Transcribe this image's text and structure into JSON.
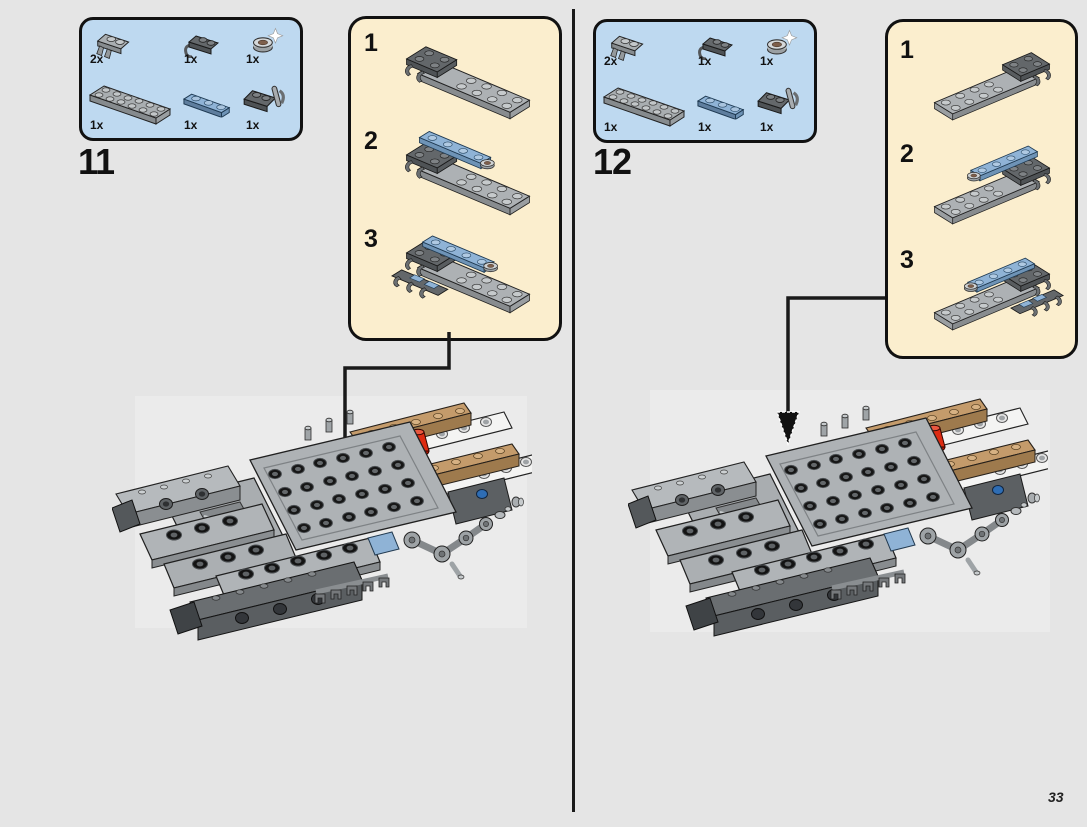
{
  "page": {
    "number": "33"
  },
  "colors": {
    "page_bg": "#E5E5E5",
    "parts_box_bg": "#BED9F0",
    "substeps_box_bg": "#FBEECE",
    "outline": "#111111",
    "brick_light_gray": "#AEB2B5",
    "brick_dark_gray": "#64686B",
    "brick_sand_blue": "#8FB3D6",
    "brick_tan": "#C49B6B",
    "brick_white": "#F4F4F3",
    "brick_red": "#DD2B12",
    "brick_chrome": "#CED2D4",
    "pin_blue": "#2E6DB4"
  },
  "steps": [
    {
      "label": "11",
      "parts": [
        {
          "count": "2x",
          "part": "plate-1x2-with-clips-light-gray"
        },
        {
          "count": "1x",
          "part": "plate-1x2-with-clip-dark-gray"
        },
        {
          "count": "1x",
          "part": "round-plate-1x1-chrome-silver"
        },
        {
          "count": "1x",
          "part": "plate-2x6-light-gray"
        },
        {
          "count": "1x",
          "part": "plate-1x3-sand-blue"
        },
        {
          "count": "1x",
          "part": "plate-2x2-with-bar-dark-gray"
        }
      ],
      "substeps": [
        {
          "label": "1"
        },
        {
          "label": "2"
        },
        {
          "label": "3"
        }
      ]
    },
    {
      "label": "12",
      "parts": [
        {
          "count": "2x",
          "part": "plate-1x2-with-clips-light-gray"
        },
        {
          "count": "1x",
          "part": "plate-1x2-with-clip-dark-gray"
        },
        {
          "count": "1x",
          "part": "round-plate-1x1-chrome-silver"
        },
        {
          "count": "1x",
          "part": "plate-2x6-light-gray"
        },
        {
          "count": "1x",
          "part": "plate-1x3-sand-blue"
        },
        {
          "count": "1x",
          "part": "plate-2x2-with-bar-dark-gray"
        }
      ],
      "substeps": [
        {
          "label": "1"
        },
        {
          "label": "2"
        },
        {
          "label": "3"
        }
      ]
    }
  ]
}
